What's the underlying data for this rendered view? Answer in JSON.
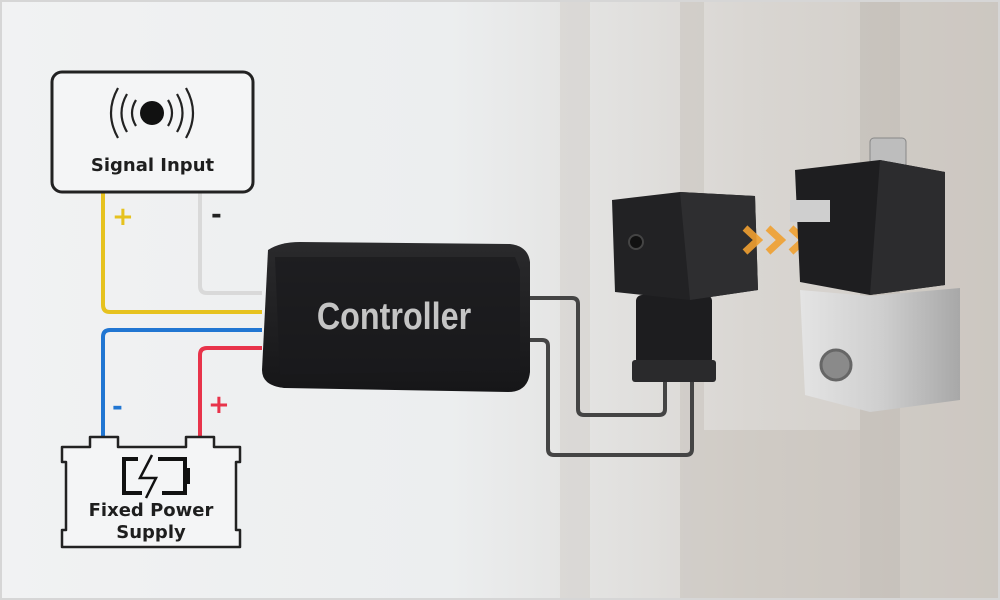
{
  "signal_input": {
    "label": "Signal Input",
    "plus": "+",
    "minus": "-"
  },
  "controller": {
    "label": "Controller"
  },
  "power_supply": {
    "label_line1": "Fixed Power",
    "label_line2": "Supply",
    "plus": "+",
    "minus": "-"
  },
  "colors": {
    "signal_plus": "#e6c21f",
    "signal_minus": "#d9d9d9",
    "power_minus": "#2176d2",
    "power_plus": "#e8334a",
    "output": "#444444",
    "arrow": "#f0a030"
  }
}
